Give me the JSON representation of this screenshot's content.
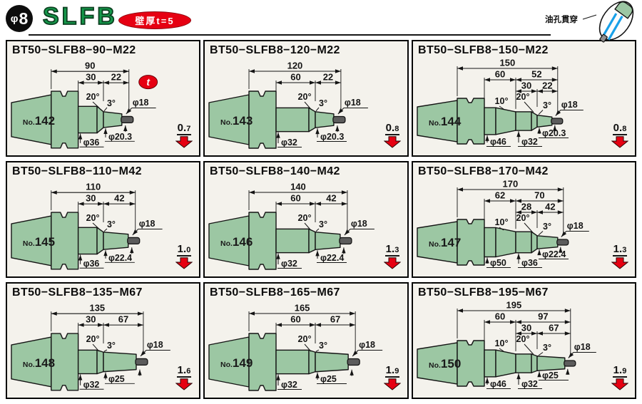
{
  "header": {
    "diameter_badge": {
      "phi": "φ",
      "value": "8"
    },
    "series_name": "SLFB",
    "wall_thickness_badge": "壁厚t=5",
    "oil_hole_note": "油孔貫穿"
  },
  "colors": {
    "tool_green": "#9cc7a3",
    "outline": "#141414",
    "accent_red": "#e60012",
    "series_green": "#15984a",
    "oil_blue": "#18a0e8",
    "cell_background": "#f4f2ec",
    "stub_gray": "#5c5c5c"
  },
  "cells": [
    {
      "no_label": "No.",
      "no": "142",
      "title": "BT50−SLFB8−90−M22",
      "type": "A",
      "dim_total": "90",
      "dim_a": "30",
      "dim_b": "22",
      "angle_taper": "20°",
      "angle_nose": "3°",
      "phi_tip": "φ18",
      "phi_nose": "φ20.3",
      "phi_body": "φ36",
      "weight": "0.7",
      "t_badge": "t"
    },
    {
      "no_label": "No.",
      "no": "143",
      "title": "BT50−SLFB8−120−M22",
      "type": "A",
      "dim_total": "120",
      "dim_a": "60",
      "dim_b": "22",
      "angle_taper": "20°",
      "angle_nose": "3°",
      "phi_tip": "φ18",
      "phi_nose": "φ20.3",
      "phi_body": "φ32",
      "weight": "0.8"
    },
    {
      "no_label": "No.",
      "no": "144",
      "title": "BT50−SLFB8−150−M22",
      "type": "B",
      "dim_total": "150",
      "dim_r2a": "60",
      "dim_r2b": "52",
      "dim_r3a": "30",
      "dim_r3b": "22",
      "angle_back": "10°",
      "angle_taper": "20°",
      "angle_nose": "3°",
      "phi_tip": "φ18",
      "phi_nose": "φ20.3",
      "phi_body1": "φ46",
      "phi_body2": "φ32",
      "weight": "0.8"
    },
    {
      "no_label": "No.",
      "no": "145",
      "title": "BT50−SLFB8−110−M42",
      "type": "A",
      "dim_total": "110",
      "dim_a": "30",
      "dim_b": "42",
      "angle_taper": "20°",
      "angle_nose": "3°",
      "phi_tip": "φ18",
      "phi_nose": "φ22.4",
      "phi_body": "φ36",
      "weight": "1.0"
    },
    {
      "no_label": "No.",
      "no": "146",
      "title": "BT50−SLFB8−140−M42",
      "type": "A",
      "dim_total": "140",
      "dim_a": "60",
      "dim_b": "42",
      "angle_taper": "20°",
      "angle_nose": "3°",
      "phi_tip": "φ18",
      "phi_nose": "φ22.4",
      "phi_body": "φ32",
      "weight": "1.3"
    },
    {
      "no_label": "No.",
      "no": "147",
      "title": "BT50−SLFB8−170−M42",
      "type": "B",
      "dim_total": "170",
      "dim_r2a": "62",
      "dim_r2b": "70",
      "dim_r3a": "28",
      "dim_r3b": "42",
      "angle_back": "10°",
      "angle_taper": "20°",
      "angle_nose": "3°",
      "phi_tip": "φ18",
      "phi_nose": "φ22.4",
      "phi_body1": "φ50",
      "phi_body2": "φ36",
      "weight": "1.3"
    },
    {
      "no_label": "No.",
      "no": "148",
      "title": "BT50−SLFB8−135−M67",
      "type": "A",
      "dim_total": "135",
      "dim_a": "30",
      "dim_b": "67",
      "angle_taper": "20°",
      "angle_nose": "3°",
      "phi_tip": "φ18",
      "phi_nose": "φ25",
      "phi_body": "φ32",
      "weight": "1.6"
    },
    {
      "no_label": "No.",
      "no": "149",
      "title": "BT50−SLFB8−165−M67",
      "type": "A",
      "dim_total": "165",
      "dim_a": "60",
      "dim_b": "67",
      "angle_taper": "20°",
      "angle_nose": "3°",
      "phi_tip": "φ18",
      "phi_nose": "φ25",
      "phi_body": "φ32",
      "weight": "1.9"
    },
    {
      "no_label": "No.",
      "no": "150",
      "title": "BT50−SLFB8−195−M67",
      "type": "B",
      "dim_total": "195",
      "dim_r2a": "60",
      "dim_r2b": "97",
      "dim_r3a": "30",
      "dim_r3b": "67",
      "angle_back": "10°",
      "angle_taper": "20°",
      "angle_nose": "3°",
      "phi_tip": "φ18",
      "phi_nose": "φ25",
      "phi_body1": "φ46",
      "phi_body2": "φ32",
      "weight": "1.9"
    }
  ]
}
